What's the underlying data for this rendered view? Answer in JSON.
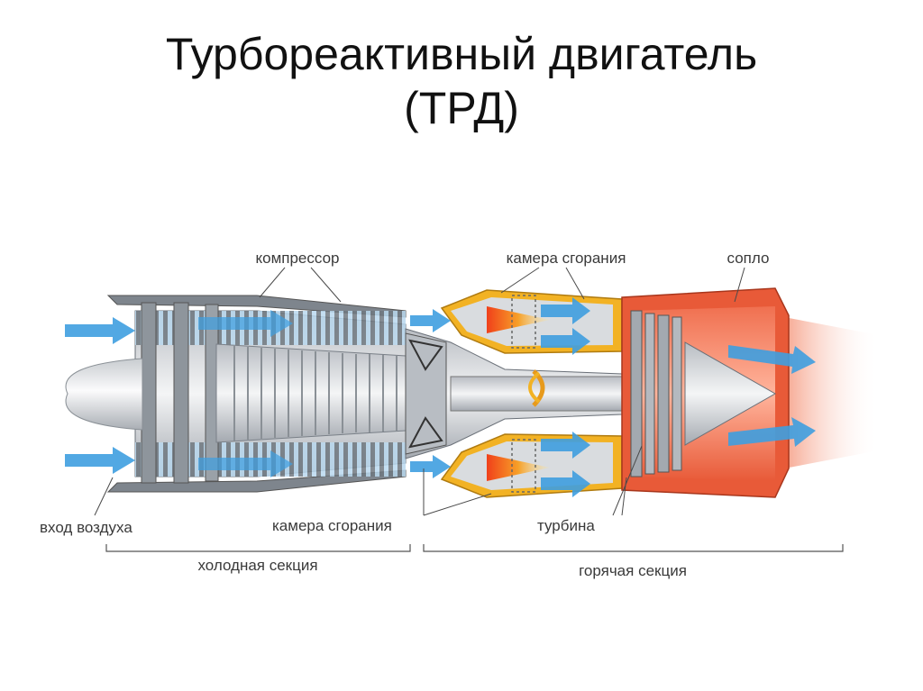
{
  "title": {
    "line1": "Турбореактивный двигатель",
    "line2": "(ТРД)"
  },
  "labels": {
    "compressor": "компрессор",
    "combustion_top": "камера сгорания",
    "nozzle": "сопло",
    "air_intake": "вход воздуха",
    "combustion_bottom": "камера сгорания",
    "turbine": "турбина",
    "cold_section": "холодная секция",
    "hot_section": "горячая секция"
  },
  "colors": {
    "air_flow": "#3f9fe0",
    "casing": "#8a8f96",
    "hot_casing": "#e85a38",
    "combustor": "#f2b224",
    "exhaust": "#f7b7a6"
  }
}
